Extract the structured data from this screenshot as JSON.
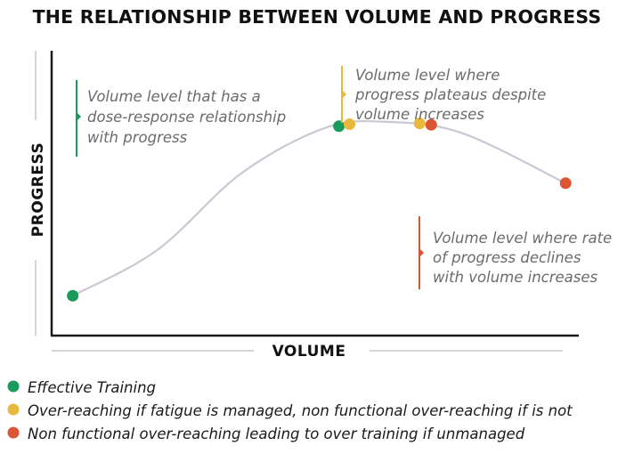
{
  "chart_data": {
    "type": "line",
    "title": "THE RELATIONSHIP BETWEEN VOLUME AND PROGRESS",
    "xlabel": "VOLUME",
    "ylabel": "PROGRESS",
    "xlim": [
      0,
      100
    ],
    "ylim": [
      0,
      100
    ],
    "grid": false,
    "legend_position": "bottom-left",
    "curve_color": "#cbc8d4",
    "curve": [
      {
        "x": 4,
        "y": 14
      },
      {
        "x": 20,
        "y": 30
      },
      {
        "x": 36,
        "y": 57
      },
      {
        "x": 52,
        "y": 73
      },
      {
        "x": 64,
        "y": 75
      },
      {
        "x": 78,
        "y": 71
      },
      {
        "x": 98,
        "y": 53
      }
    ],
    "series": [
      {
        "name": "Effective Training",
        "color": "#1a9a5c",
        "points": [
          {
            "x": 4,
            "y": 14
          },
          {
            "x": 54.5,
            "y": 73.5
          }
        ]
      },
      {
        "name": "Over-reaching if fatigue is managed, non functional over-reaching if is not",
        "color": "#e8b93c",
        "points": [
          {
            "x": 56.5,
            "y": 74.2
          },
          {
            "x": 69.8,
            "y": 74.5
          }
        ]
      },
      {
        "name": "Non functional over-reaching leading to over training if unmanaged",
        "color": "#dc5534",
        "points": [
          {
            "x": 72,
            "y": 74
          },
          {
            "x": 97.5,
            "y": 53.5
          }
        ]
      }
    ],
    "annotations": [
      {
        "color": "#1a9a5c",
        "lines": [
          "Volume level that has a",
          "dose-response relationship",
          "with progress"
        ]
      },
      {
        "color": "#e8b93c",
        "lines": [
          "Volume level where",
          "progress plateaus despite",
          "volume increases"
        ]
      },
      {
        "color": "#dc5534",
        "lines": [
          "Volume level where rate",
          "of progress declines",
          "with volume increases"
        ]
      }
    ]
  }
}
